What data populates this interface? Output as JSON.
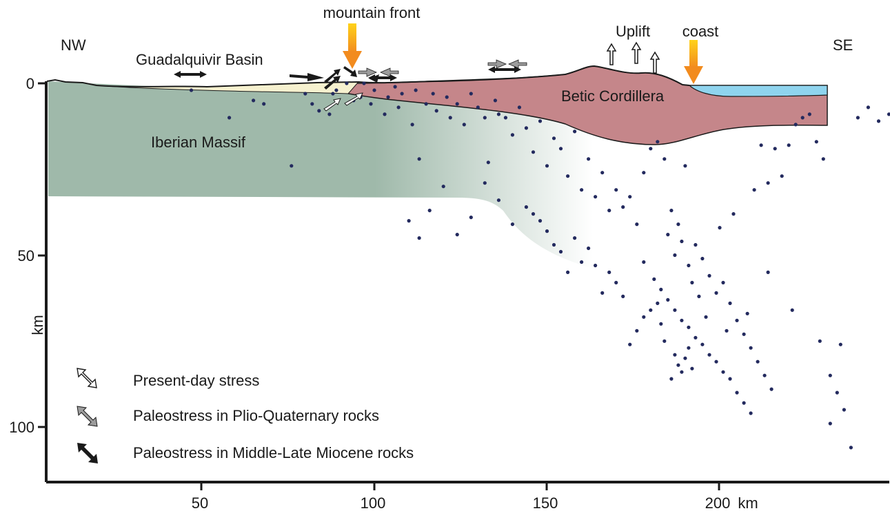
{
  "figure": {
    "labels": {
      "nw": "NW",
      "se": "SE",
      "mountain_front": "mountain front",
      "uplift": "Uplift",
      "coast": "coast",
      "guadalquivir_basin": "Guadalquivir Basin",
      "betic_cordillera": "Betic Cordillera",
      "iberian_massif": "Iberian Massif"
    },
    "axes": {
      "y_label": "km",
      "x_unit": "km",
      "x_ticks": [
        "50",
        "100",
        "150",
        "200"
      ],
      "y_ticks": [
        "0",
        "50",
        "100"
      ]
    },
    "legend": [
      {
        "style": "hollow",
        "text": "Present-day stress"
      },
      {
        "style": "gray",
        "text": "Paleostress in Plio-Quaternary rocks"
      },
      {
        "style": "black",
        "text": "Paleostress in Middle-Late Miocene rocks"
      }
    ],
    "colors": {
      "iberian_massif": "#9fb9aa",
      "betic_cordillera": "#c5868a",
      "guadalquivir_basin": "#f6f1cf",
      "sea": "#8fd4ee",
      "hypocenter": "#232a5e",
      "orange_arrow_top": "#ffd21a",
      "orange_arrow_bottom": "#f28b1e"
    },
    "hypocenters_km": [
      [
        47,
        2
      ],
      [
        58,
        10
      ],
      [
        65,
        5
      ],
      [
        68,
        6
      ],
      [
        76,
        24
      ],
      [
        80,
        3
      ],
      [
        82,
        6
      ],
      [
        88,
        3
      ],
      [
        84,
        8
      ],
      [
        92,
        0
      ],
      [
        89,
        2
      ],
      [
        94,
        5
      ],
      [
        87,
        9
      ],
      [
        97,
        0
      ],
      [
        96,
        4
      ],
      [
        100,
        2
      ],
      [
        99,
        6
      ],
      [
        104,
        4
      ],
      [
        103,
        9
      ],
      [
        106,
        1
      ],
      [
        108,
        3
      ],
      [
        107,
        7
      ],
      [
        112,
        2
      ],
      [
        111,
        12
      ],
      [
        113,
        22
      ],
      [
        115,
        6
      ],
      [
        117,
        3
      ],
      [
        118,
        8
      ],
      [
        121,
        4
      ],
      [
        122,
        10
      ],
      [
        124,
        6
      ],
      [
        126,
        12
      ],
      [
        128,
        3
      ],
      [
        130,
        7
      ],
      [
        132,
        10
      ],
      [
        133,
        23
      ],
      [
        135,
        5
      ],
      [
        136,
        9
      ],
      [
        138,
        10
      ],
      [
        140,
        15
      ],
      [
        142,
        7
      ],
      [
        144,
        13
      ],
      [
        146,
        20
      ],
      [
        148,
        11
      ],
      [
        150,
        24
      ],
      [
        152,
        16
      ],
      [
        154,
        19
      ],
      [
        156,
        27
      ],
      [
        158,
        14
      ],
      [
        160,
        31
      ],
      [
        162,
        22
      ],
      [
        164,
        33
      ],
      [
        166,
        26
      ],
      [
        168,
        37
      ],
      [
        170,
        31
      ],
      [
        172,
        36
      ],
      [
        174,
        33
      ],
      [
        176,
        41
      ],
      [
        178,
        26
      ],
      [
        180,
        19
      ],
      [
        182,
        17
      ],
      [
        184,
        22
      ],
      [
        186,
        37
      ],
      [
        188,
        41
      ],
      [
        190,
        24
      ],
      [
        185,
        44
      ],
      [
        187,
        50
      ],
      [
        189,
        46
      ],
      [
        191,
        53
      ],
      [
        193,
        47
      ],
      [
        195,
        51
      ],
      [
        197,
        56
      ],
      [
        199,
        61
      ],
      [
        201,
        58
      ],
      [
        203,
        64
      ],
      [
        205,
        69
      ],
      [
        207,
        73
      ],
      [
        209,
        77
      ],
      [
        211,
        81
      ],
      [
        213,
        85
      ],
      [
        215,
        89
      ],
      [
        178,
        52
      ],
      [
        181,
        57
      ],
      [
        183,
        60
      ],
      [
        185,
        63
      ],
      [
        187,
        66
      ],
      [
        189,
        69
      ],
      [
        191,
        71
      ],
      [
        193,
        74
      ],
      [
        195,
        76
      ],
      [
        197,
        79
      ],
      [
        199,
        81
      ],
      [
        201,
        84
      ],
      [
        203,
        86
      ],
      [
        205,
        90
      ],
      [
        207,
        93
      ],
      [
        209,
        96
      ],
      [
        187,
        79
      ],
      [
        188,
        82
      ],
      [
        189,
        84
      ],
      [
        190,
        80
      ],
      [
        191,
        77
      ],
      [
        192,
        83
      ],
      [
        186,
        86
      ],
      [
        184,
        75
      ],
      [
        183,
        70
      ],
      [
        182,
        64
      ],
      [
        180,
        66
      ],
      [
        178,
        68
      ],
      [
        176,
        72
      ],
      [
        174,
        76
      ],
      [
        172,
        62
      ],
      [
        170,
        58
      ],
      [
        168,
        55
      ],
      [
        166,
        61
      ],
      [
        164,
        53
      ],
      [
        162,
        48
      ],
      [
        160,
        52
      ],
      [
        158,
        45
      ],
      [
        156,
        55
      ],
      [
        154,
        49
      ],
      [
        152,
        47
      ],
      [
        150,
        43
      ],
      [
        148,
        40
      ],
      [
        146,
        38
      ],
      [
        144,
        36
      ],
      [
        140,
        41
      ],
      [
        136,
        34
      ],
      [
        132,
        29
      ],
      [
        128,
        39
      ],
      [
        124,
        44
      ],
      [
        120,
        30
      ],
      [
        116,
        37
      ],
      [
        113,
        45
      ],
      [
        110,
        40
      ],
      [
        210,
        31
      ],
      [
        212,
        18
      ],
      [
        214,
        29
      ],
      [
        216,
        19
      ],
      [
        218,
        27
      ],
      [
        220,
        18
      ],
      [
        222,
        12
      ],
      [
        224,
        10
      ],
      [
        226,
        9
      ],
      [
        228,
        17
      ],
      [
        230,
        22
      ],
      [
        232,
        85
      ],
      [
        234,
        90
      ],
      [
        236,
        95
      ],
      [
        238,
        106
      ],
      [
        240,
        10
      ],
      [
        243,
        7
      ],
      [
        246,
        11
      ],
      [
        249,
        9
      ],
      [
        232,
        99
      ],
      [
        235,
        76
      ],
      [
        229,
        75
      ],
      [
        221,
        66
      ],
      [
        214,
        55
      ],
      [
        208,
        67
      ],
      [
        202,
        72
      ],
      [
        196,
        68
      ],
      [
        194,
        62
      ],
      [
        192,
        58
      ],
      [
        200,
        42
      ],
      [
        204,
        38
      ]
    ]
  }
}
